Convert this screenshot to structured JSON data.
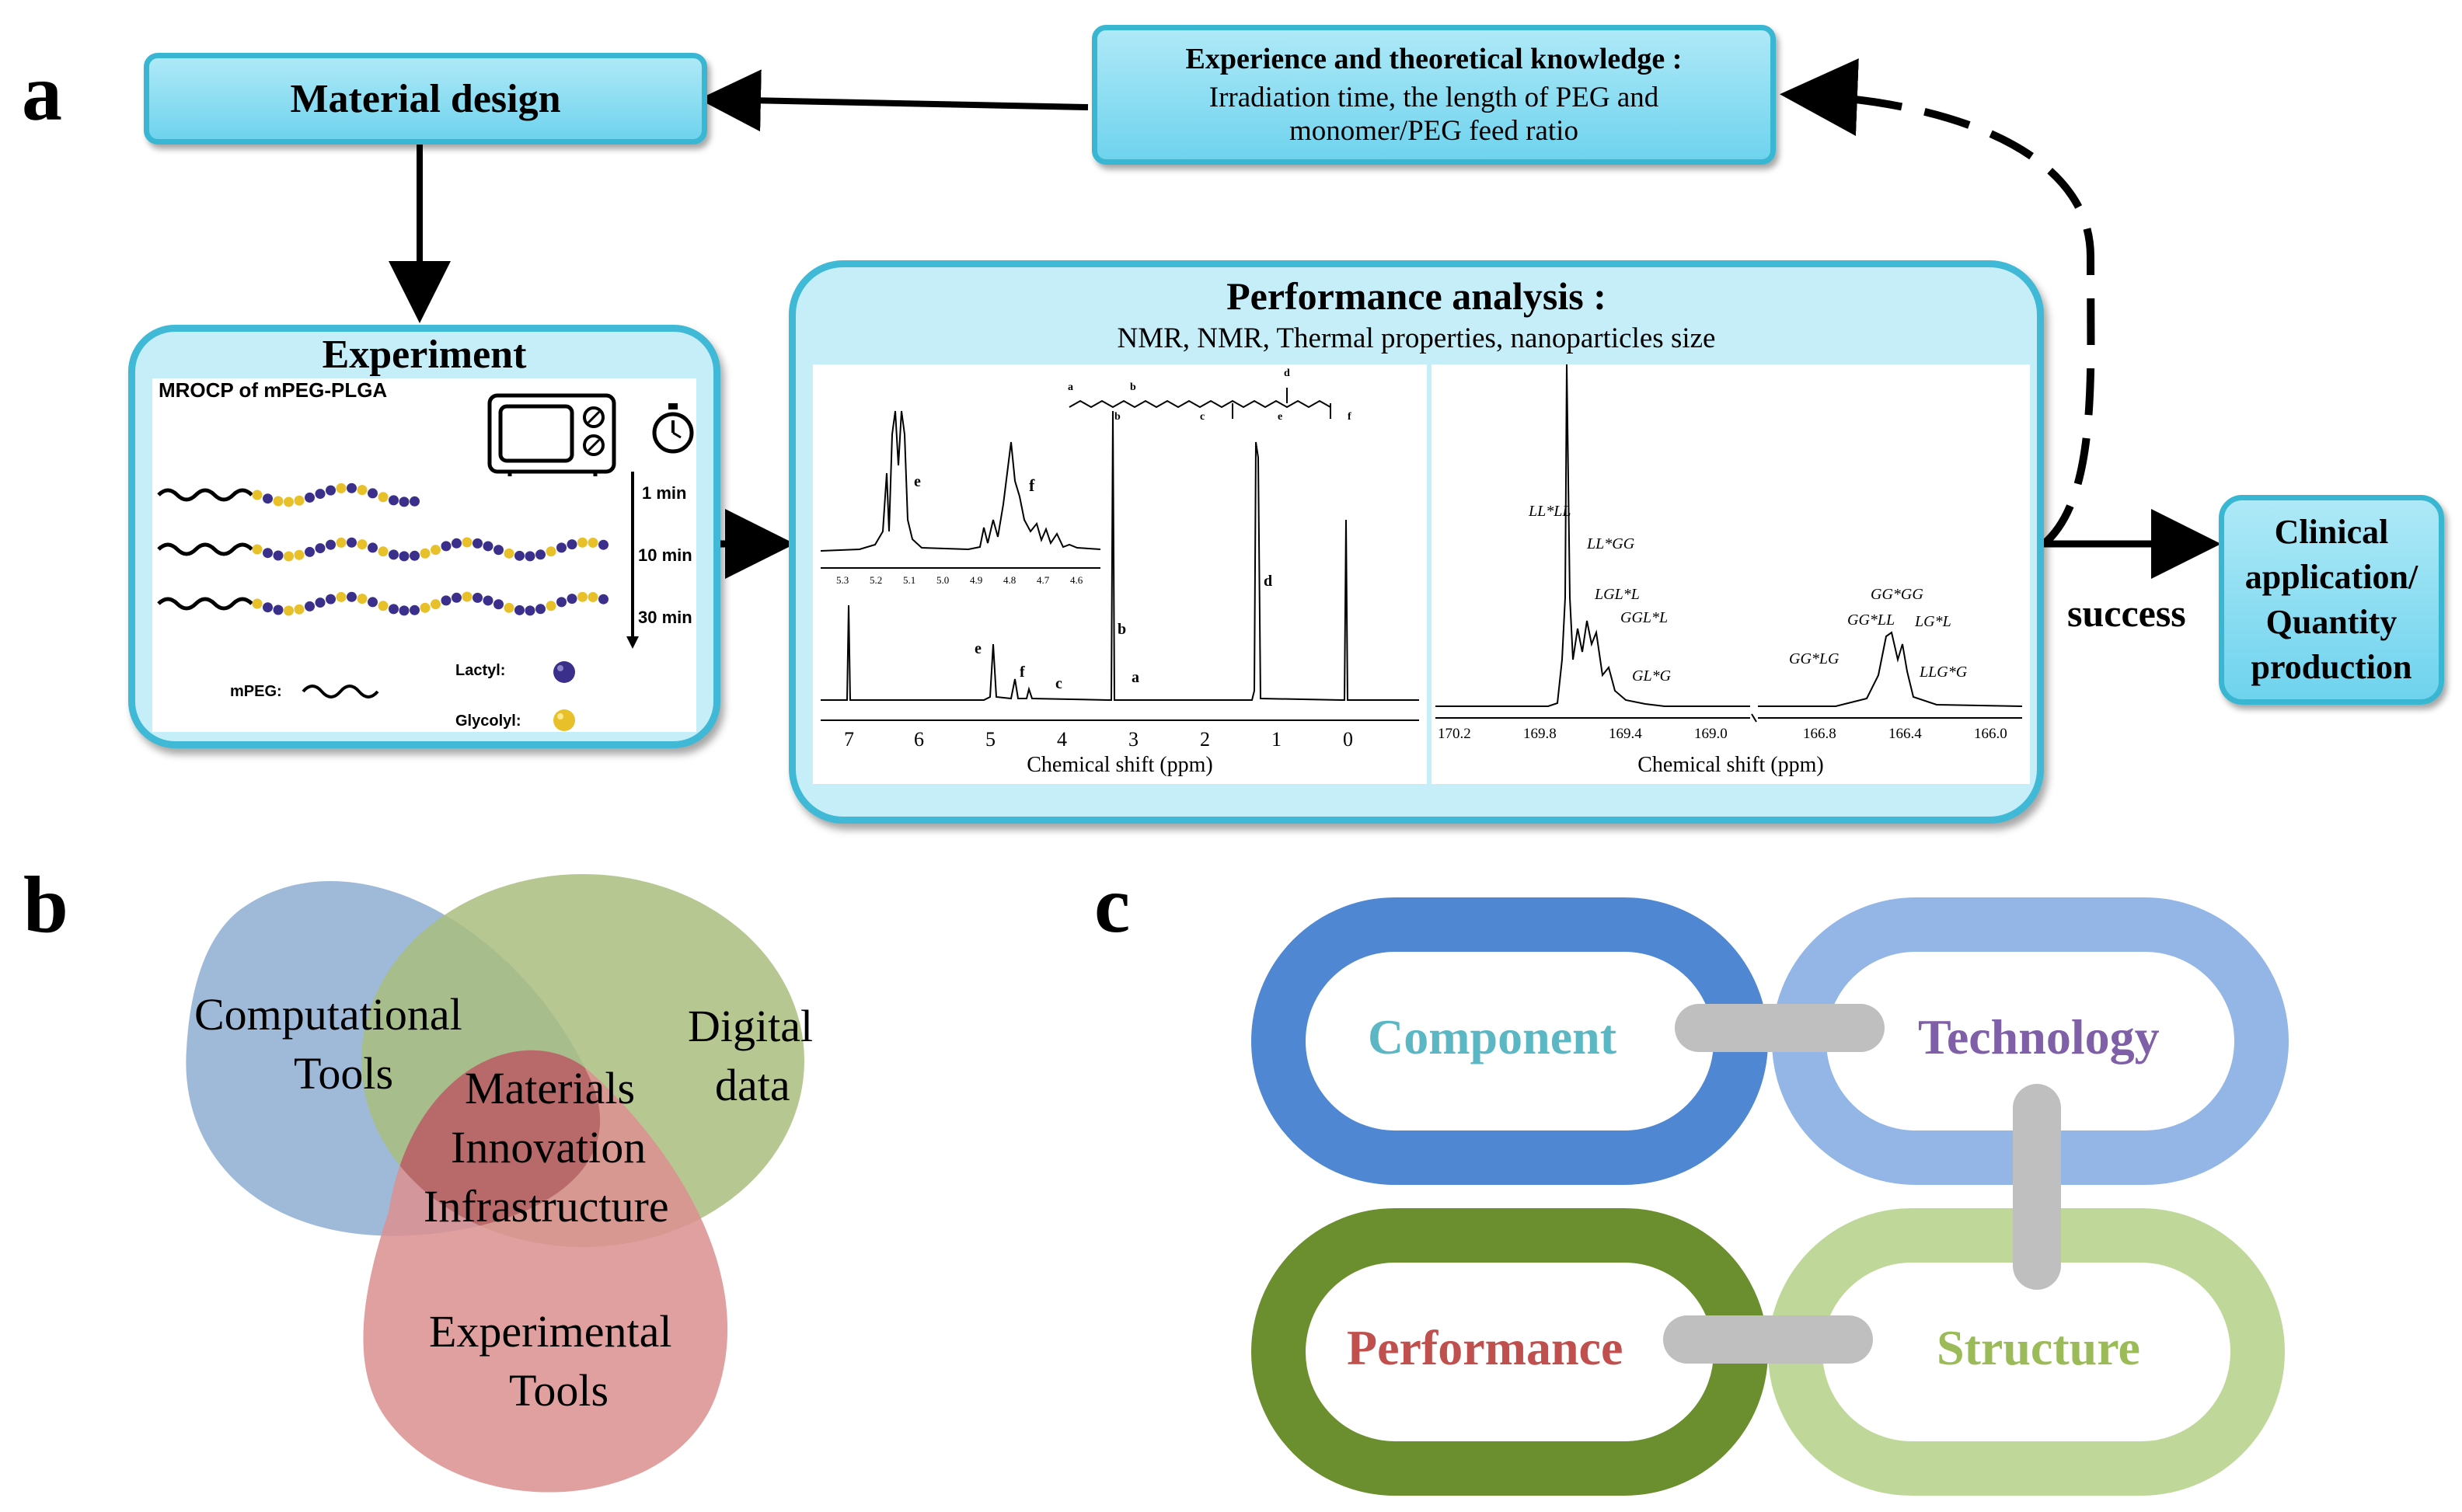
{
  "panel_a": {
    "letter": "a",
    "material_design": "Material design",
    "knowledge": {
      "title": "Experience and theoretical knowledge :",
      "line1": "Irradiation time, the length of PEG and",
      "line2": "monomer/PEG feed ratio"
    },
    "experiment": {
      "title": "Experiment",
      "subtitle": "MROCP of mPEG-PLGA",
      "times": [
        "1 min",
        "10 min",
        "30 min"
      ],
      "mpeg_label": "mPEG:",
      "lactyl_label": "Lactyl:",
      "glycolyl_label": "Glycolyl:"
    },
    "performance": {
      "title": "Performance analysis :",
      "subtitle": "NMR,  NMR, Thermal properties, nanoparticles size",
      "spectrum1": {
        "xlabel": "Chemical shift (ppm)",
        "ticks": [
          "7",
          "6",
          "5",
          "4",
          "3",
          "2",
          "1",
          "0"
        ],
        "inset_ticks": [
          "5.3",
          "5.2",
          "5.1",
          "5.0",
          "4.9",
          "4.8",
          "4.7",
          "4.6"
        ],
        "peak_labels": [
          "e",
          "f",
          "c",
          "b",
          "a",
          "d",
          "e",
          "f"
        ],
        "structure_labels": [
          "a",
          "b",
          "b",
          "c",
          "d",
          "e",
          "f"
        ]
      },
      "spectrum2": {
        "xlabel": "Chemical shift (ppm)",
        "ticks": [
          "170.2",
          "169.8",
          "169.4",
          "169.0",
          "166.8",
          "166.4",
          "166.0"
        ],
        "peak_labels": [
          "LL*LL",
          "LL*GG",
          "LGL*L",
          "GGL*L",
          "GL*G",
          "GG*GG",
          "GG*LL",
          "LG*L",
          "GG*LG",
          "LLG*G"
        ]
      }
    },
    "success": "success",
    "clinical": [
      "Clinical",
      "application/",
      "Quantity",
      "production"
    ]
  },
  "panel_b": {
    "letter": "b",
    "computational": [
      "Computational",
      "Tools"
    ],
    "digital": [
      "Digital",
      "data"
    ],
    "experimental": [
      "Experimental",
      "Tools"
    ],
    "center": [
      "Materials",
      "Innovation",
      "Infrastructure"
    ],
    "colors": {
      "computational": "#8eaed2",
      "digital": "#a9bd7e",
      "experimental": "#dc8f8f",
      "center": "#b86a6a"
    }
  },
  "panel_c": {
    "letter": "c",
    "component": "Component",
    "technology": "Technology",
    "performance": "Performance",
    "structure": "Structure",
    "colors": {
      "component_link": "#4f87d3",
      "technology_link": "#93b6e6",
      "performance_link": "#6b8e2e",
      "structure_link": "#bfd89a",
      "connector": "#bfbfbf",
      "component_text": "#5bb7c4",
      "technology_text": "#7f5fa8",
      "performance_text": "#c0504d",
      "structure_text": "#9bbb59"
    }
  }
}
